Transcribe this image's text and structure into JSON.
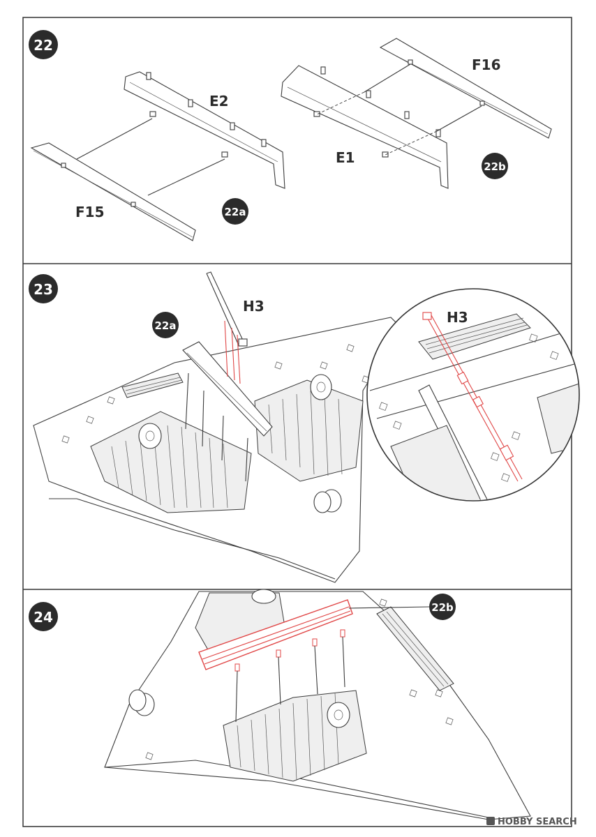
{
  "steps": [
    {
      "number": "22",
      "parts": [
        "E2",
        "E1",
        "F15",
        "F16"
      ],
      "subassemblies": [
        "22a",
        "22b"
      ]
    },
    {
      "number": "23",
      "parts": [
        "H3"
      ],
      "detail_part": "H3",
      "subassembly_ref": "22a"
    },
    {
      "number": "24",
      "subassembly_ref": "22b"
    }
  ],
  "watermark": "HOBBY SEARCH",
  "colors": {
    "line": "#3a3a3a",
    "highlight": "#e04545",
    "badge": "#2b2b2b"
  }
}
